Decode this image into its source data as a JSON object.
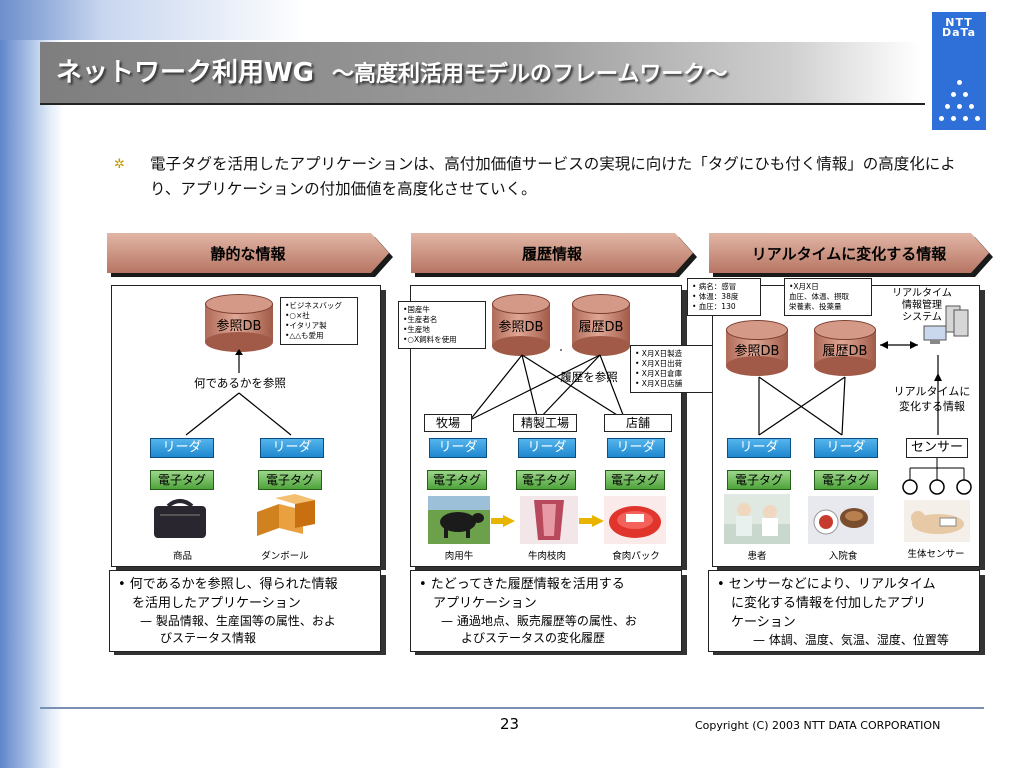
{
  "header": {
    "title": "ネットワーク利用WG",
    "subtitle": "〜高度利活用モデルのフレームワーク〜",
    "logo_text": "NTT DaTa"
  },
  "intro": {
    "text": "電子タグを活用したアプリケーションは、高付加価値サービスの実現に向けた「タグにひも付く情報」の高度化により、アプリケーションの付加価値を高度化させていく。"
  },
  "columns": [
    {
      "header": "静的な情報",
      "db_label": "参照DB",
      "note_lines": [
        "•ビジネスバッグ",
        "•○×社",
        "•イタリア製",
        "•△△も愛用"
      ],
      "center_label": "何であるかを参照",
      "readers": [
        "リーダ",
        "リーダ"
      ],
      "tags": [
        "電子タグ",
        "電子タグ"
      ],
      "captions": [
        "商品",
        "ダンボール"
      ],
      "bottom_lines": [
        "• 何であるかを参照し、得られた情報",
        "を活用したアプリケーション"
      ],
      "bottom_sub": [
        "— 製品情報、生産国等の属性、およ",
        "びステータス情報"
      ]
    },
    {
      "header": "履歴情報",
      "db_labels": [
        "参照DB",
        "履歴DB"
      ],
      "note_lines": [
        "•国産牛",
        "•生産者名",
        "•生産地",
        "•○X飼料を使用"
      ],
      "note2_lines": [
        "• X月X日製造",
        "• X月X日出荷",
        "• X月X日倉庫",
        "• X月X日店舗"
      ],
      "center_label": "履歴を参照",
      "places": [
        "牧場",
        "精製工場",
        "店舗"
      ],
      "readers": [
        "リーダ",
        "リーダ",
        "リーダ"
      ],
      "tags": [
        "電子タグ",
        "電子タグ",
        "電子タグ"
      ],
      "captions": [
        "肉用牛",
        "牛肉枝肉",
        "食肉パック"
      ],
      "bottom_lines": [
        "• たどってきた履歴情報を活用する",
        "アプリケーション"
      ],
      "bottom_sub": [
        "— 通過地点、販売履歴等の属性、お",
        "よびステータスの変化履歴"
      ]
    },
    {
      "header": "リアルタイムに変化する情報",
      "db_labels": [
        "参照DB",
        "履歴DB"
      ],
      "note_lines": [
        "• 病名：感冒",
        "• 体温：38度",
        "• 血圧：130"
      ],
      "note2_lines": [
        "•X月X日",
        "血圧、体温、摂取",
        "栄養素、投薬量"
      ],
      "system_label": [
        "リアルタイム",
        "情報管理",
        "システム"
      ],
      "change_label": [
        "リアルタイムに",
        "変化する情報"
      ],
      "sensor_label": "センサー",
      "readers": [
        "リーダ",
        "リーダ"
      ],
      "tags": [
        "電子タグ",
        "電子タグ"
      ],
      "captions": [
        "患者",
        "入院食",
        "生体センサー"
      ],
      "bottom_lines": [
        "• センサーなどにより、リアルタイム",
        "に変化する情報を付加したアプリ",
        "ケーション"
      ],
      "bottom_sub": [
        "— 体調、温度、気温、湿度、位置等"
      ]
    }
  ],
  "footer": {
    "page_number": "23",
    "copyright": "Copyright (C) 2003 NTT DATA CORPORATION"
  },
  "colors": {
    "accent_blue": "#2e6fd8",
    "header_arrow": "#c08070",
    "reader": "#1f88cf",
    "tag": "#4ea33a"
  }
}
